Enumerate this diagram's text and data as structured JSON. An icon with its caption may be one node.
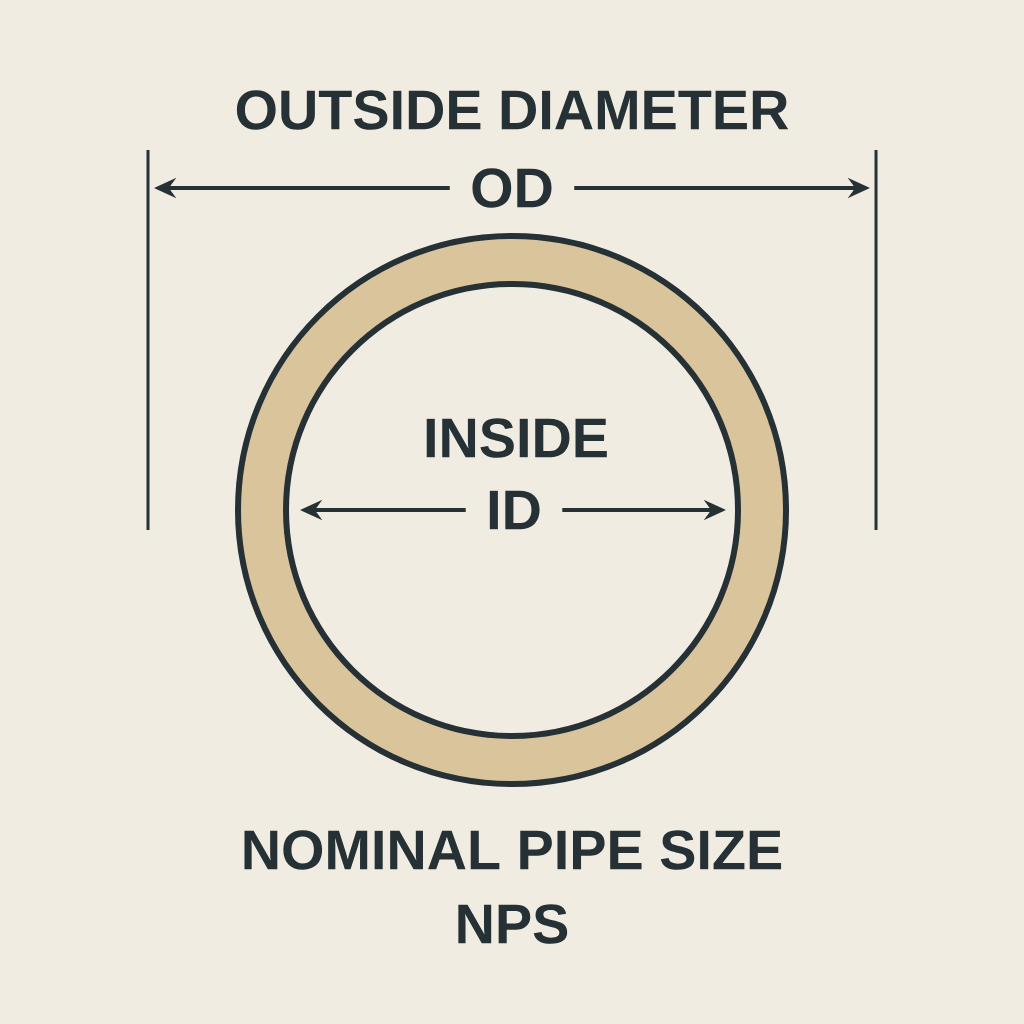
{
  "diagram": {
    "nodes": [
      {
        "text": [
          "INSIDE",
          "ID"
        ]
      }
    ],
    "labels": [
      "OUTSIDE DIAMETER",
      "OD",
      "NOMINAL PIPE SIZE",
      "NPS"
    ]
  }
}
